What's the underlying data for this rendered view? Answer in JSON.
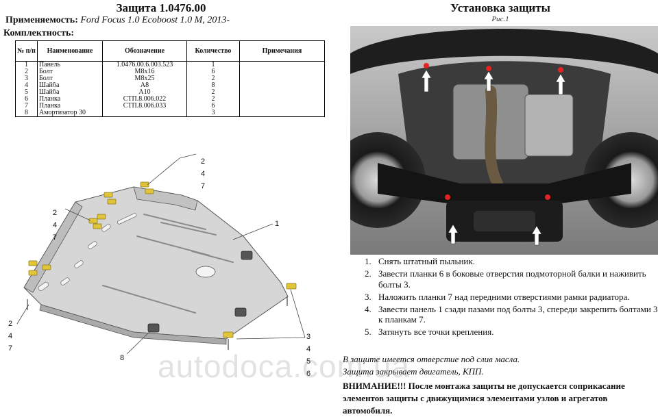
{
  "left": {
    "title": "Защита 1.0476.00",
    "applicability_label": "Применяемость:",
    "applicability_value": "Ford Focus 1.0 Ecoboost 1.0 M, 2013-",
    "kit_heading": "Комплектность:",
    "table": {
      "headers": [
        "№ п/п",
        "Наименование",
        "Обозначение",
        "Количество",
        "Примечания"
      ],
      "rows": [
        [
          "1",
          "Панель",
          "1.0476.00.6.003.523",
          "1",
          ""
        ],
        [
          "2",
          "Болт",
          "M8x16",
          "6",
          ""
        ],
        [
          "3",
          "Болт",
          "M8x25",
          "2",
          ""
        ],
        [
          "4",
          "Шайба",
          "A8",
          "8",
          ""
        ],
        [
          "5",
          "Шайба",
          "A10",
          "2",
          ""
        ],
        [
          "6",
          "Планка",
          "СТП.8.006.022",
          "2",
          ""
        ],
        [
          "7",
          "Планка",
          "СТП.8.006.033",
          "6",
          ""
        ],
        [
          "8",
          "Амортизатор 30",
          "",
          "3",
          ""
        ]
      ]
    },
    "callouts": {
      "top": [
        "2",
        "4",
        "7"
      ],
      "mid": [
        "2",
        "4",
        "7"
      ],
      "low": [
        "2",
        "4",
        "7"
      ],
      "right": [
        "3",
        "4",
        "5",
        "6"
      ],
      "panel": "1",
      "absorber": "8"
    }
  },
  "right": {
    "title": "Установка защиты",
    "figure_label": "Рис.1",
    "steps": [
      {
        "n": "1.",
        "text": "Снять штатный пыльник."
      },
      {
        "n": "2.",
        "text": "Завести планки 6 в боковые отверстия подмоторной балки и наживить болты 3."
      },
      {
        "n": "3.",
        "text": "Наложить планки 7 над передними отверстиями рамки радиатора."
      },
      {
        "n": "4.",
        "text": "Завести панель 1 сзади пазами под болты 3, спереди закрепить болтами 3 к планкам 7."
      },
      {
        "n": "5.",
        "text": "Затянуть все точки крепления."
      }
    ],
    "note1": "В защите имеется отверстие под слив масла.",
    "note2": "Защита закрывает двигатель, КПП.",
    "warning": "ВНИМАНИЕ!!! После монтажа защиты не допускается соприкасание элементов защиты с движущимися элементами узлов и агрегатов автомобиля."
  },
  "watermark": "autodoca.com.ua",
  "colors": {
    "panel": "#d2d2d2",
    "bracket": "#e0c43a",
    "bolt_marker": "#e52222",
    "arrow": "#ffffff"
  }
}
